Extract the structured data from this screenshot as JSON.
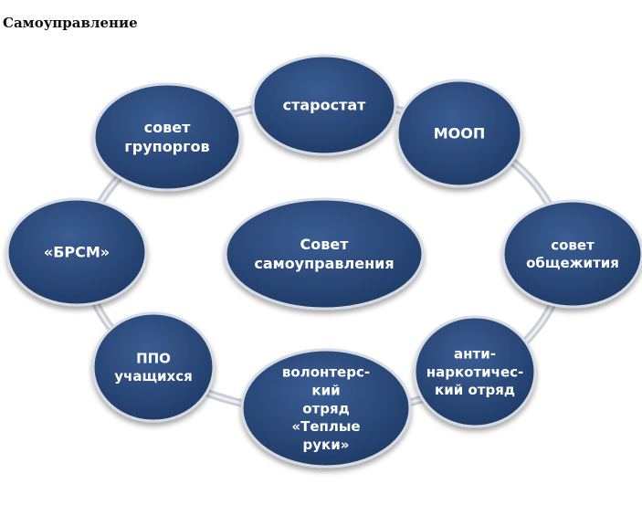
{
  "page": {
    "title": "Самоуправление"
  },
  "diagram": {
    "center": {
      "id": "center",
      "lines": [
        "Совет",
        "самоуправления"
      ]
    },
    "nodes": [
      {
        "id": "starostat",
        "lines": [
          "старостат"
        ]
      },
      {
        "id": "moop",
        "lines": [
          "МООП"
        ]
      },
      {
        "id": "sovet-obshchezhitiya",
        "lines": [
          "совет",
          "общежития"
        ]
      },
      {
        "id": "anti-narkoticheskiy",
        "lines": [
          "анти-",
          "наркотичес-",
          "кий отряд"
        ]
      },
      {
        "id": "volonterskiy",
        "lines": [
          "волонтерс-",
          "кий",
          "отряд",
          "«Теплые",
          "руки»"
        ]
      },
      {
        "id": "ppo",
        "lines": [
          "ППО",
          "учащихся"
        ]
      },
      {
        "id": "brsm",
        "lines": [
          "«БРСМ»"
        ]
      },
      {
        "id": "sovet-grupporgov",
        "lines": [
          "совет",
          "групоргов"
        ]
      }
    ],
    "colors": {
      "node_fill": "#2b4a7a",
      "node_border": "#d6dbe3",
      "ring": "#c9ced6",
      "text": "#ffffff"
    }
  }
}
